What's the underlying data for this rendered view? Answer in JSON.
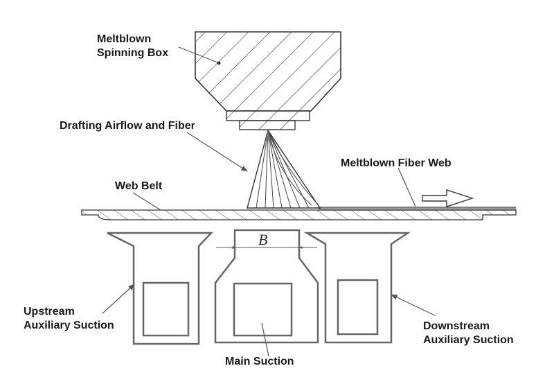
{
  "labels": {
    "spinning_box": [
      "Meltblown",
      "Spinning Box"
    ],
    "drafting": "Drafting Airflow and Fiber",
    "fiber_web": "Meltblown Fiber Web",
    "web_belt": "Web Belt",
    "upstream": [
      "Upstream",
      "Auxiliary Suction"
    ],
    "downstream": [
      "Downstream",
      "Auxiliary Suction"
    ],
    "main_suction": "Main Suction",
    "dimension": "B"
  }
}
